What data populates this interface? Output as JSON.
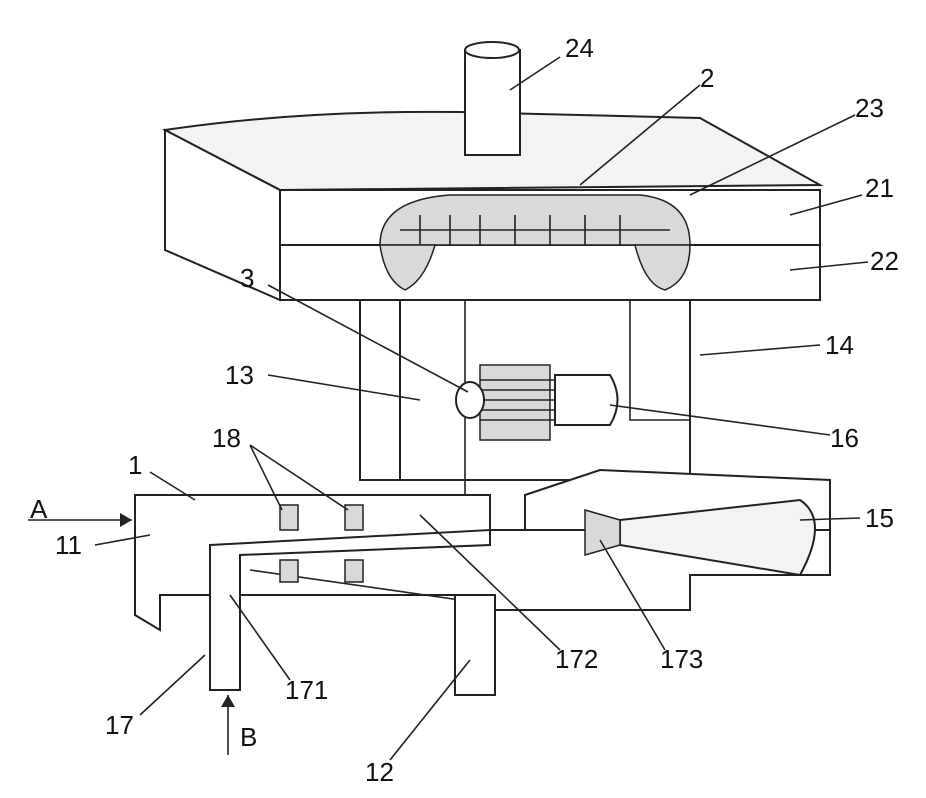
{
  "labels": {
    "l24": "24",
    "l2": "2",
    "l23": "23",
    "l21": "21",
    "l22": "22",
    "l3": "3",
    "l14": "14",
    "l13": "13",
    "l16": "16",
    "l18": "18",
    "l1": "1",
    "lA": "A",
    "l11": "11",
    "l15": "15",
    "l172": "172",
    "l173": "173",
    "l17": "17",
    "l171": "171",
    "lB": "B",
    "l12": "12"
  }
}
